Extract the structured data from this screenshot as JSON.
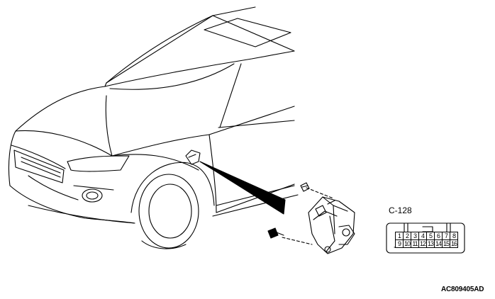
{
  "connector": {
    "label": "C-128",
    "pins_top": [
      "1",
      "2",
      "3",
      "4",
      "5",
      "6",
      "7",
      "8"
    ],
    "pins_bottom": [
      "9",
      "10",
      "11",
      "12",
      "13",
      "14",
      "15",
      "16"
    ]
  },
  "figure_code": "AC809405AD"
}
